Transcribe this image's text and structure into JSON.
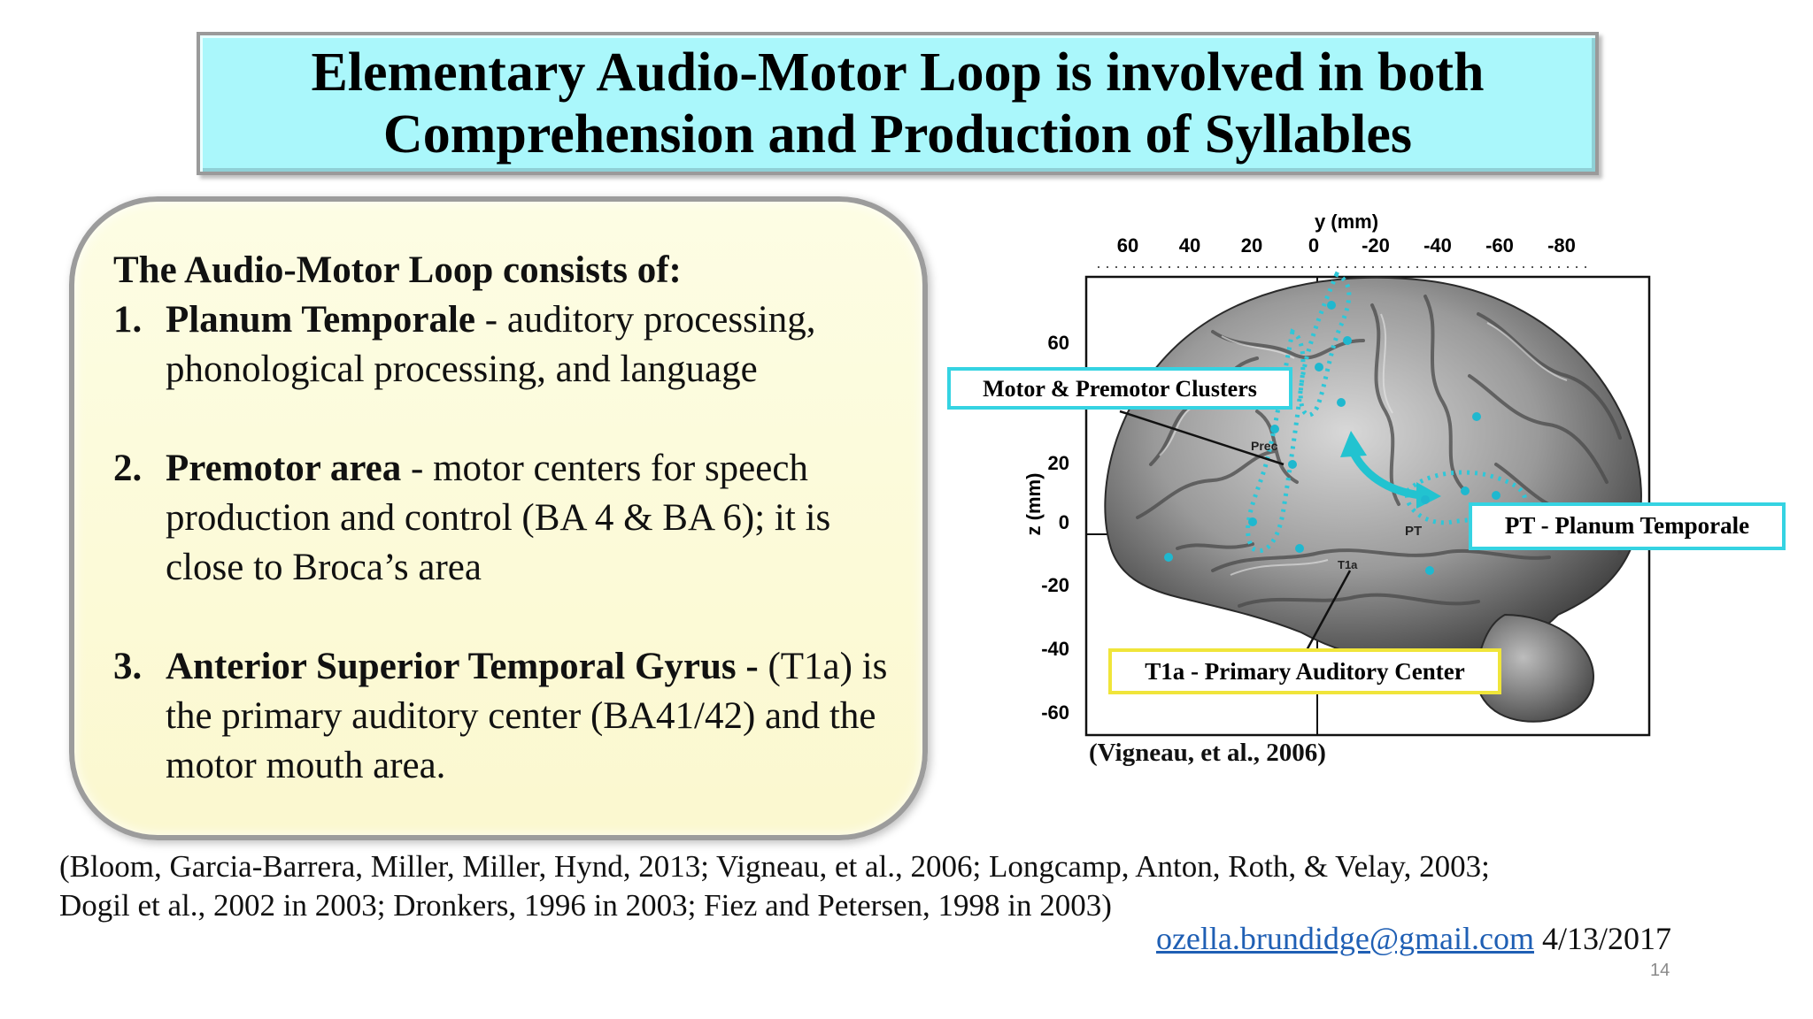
{
  "title": {
    "line1": "Elementary Audio-Motor Loop is involved in both",
    "line2": "Comprehension and Production of Syllables"
  },
  "info": {
    "heading": "The Audio-Motor Loop consists of:",
    "items": [
      {
        "num": "1.",
        "term": "Planum Temporale",
        "desc": " - auditory processing, phonological processing, and language"
      },
      {
        "num": "2.",
        "term": "Premotor area",
        "desc": " -  motor centers for speech production and control (BA 4 & BA 6); it is close to Broca’s area"
      },
      {
        "num": "3.",
        "term": "Anterior Superior Temporal Gyrus -",
        "desc": " (T1a) is the primary auditory center (BA41/42) and the motor mouth area."
      }
    ]
  },
  "figure": {
    "y_axis_title": "y (mm)",
    "y_ticks": [
      "60",
      "40",
      "20",
      "0",
      "-20",
      "-40",
      "-60",
      "-80"
    ],
    "z_axis_title": "z (mm)",
    "z_ticks": [
      "60",
      "20",
      "0",
      "-20",
      "-40",
      "-60"
    ],
    "labels": {
      "motor": "Motor & Premotor Clusters",
      "pt": "PT - Planum Temporale",
      "t1a": "T1a - Primary Auditory Center"
    },
    "small_labels": {
      "prec": "Prec",
      "pt_small": "PT",
      "t1a_small": "T1a"
    },
    "citation": "(Vigneau, et al., 2006)"
  },
  "references": {
    "line1": "(Bloom, Garcia-Barrera, Miller, Miller, Hynd, 2013; Vigneau, et al., 2006; Longcamp, Anton, Roth, & Velay, 2003;",
    "line2": "Dogil et al., 2002 in 2003; Dronkers, 1996 in 2003; Fiez and Petersen, 1998 in 2003)"
  },
  "contact": {
    "email": "ozella.brundidge@gmail.com",
    "date": " 4/13/2017"
  },
  "page_number": "14",
  "colors": {
    "title_bg": "#aaf7fb",
    "info_bg": "#fbf8cf",
    "label_border_cyan": "#35d3e2",
    "label_border_yellow": "#f0e53a",
    "cluster_dots": "#2ec7d8",
    "arrow": "#22c3d0",
    "link": "#1f5fb4"
  }
}
